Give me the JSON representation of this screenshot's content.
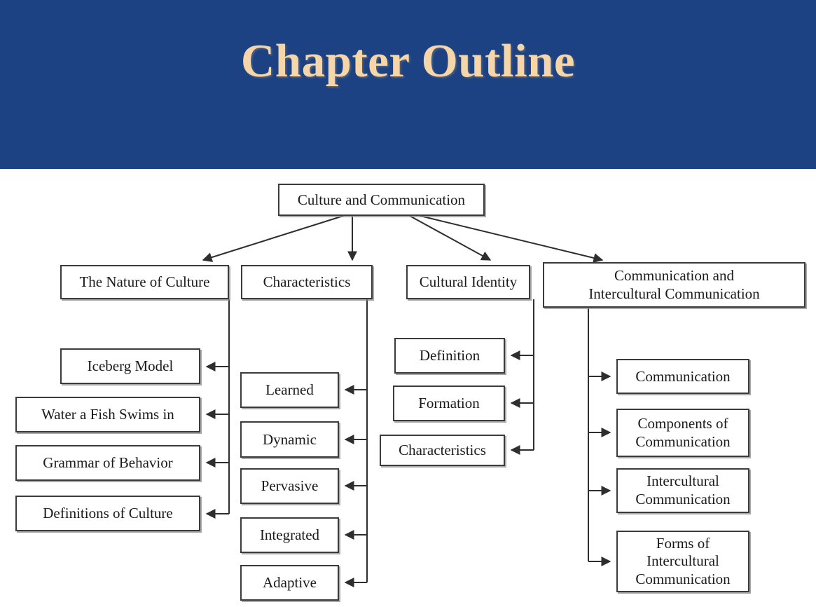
{
  "slide": {
    "title": "Chapter Outline",
    "banner_color": "#1c4283",
    "title_color": "#f6d5a8",
    "background_color": "#ffffff"
  },
  "diagram": {
    "type": "tree",
    "box_border_color": "#3b3b3b",
    "box_fill_color": "#ffffff",
    "connector_color": "#2e2e2e",
    "root": {
      "label": "Culture and Communication"
    },
    "branches": [
      {
        "label": "The Nature of Culture",
        "children": [
          {
            "label": "Iceberg Model"
          },
          {
            "label": "Water a Fish Swims in"
          },
          {
            "label": "Grammar of Behavior"
          },
          {
            "label": "Definitions of Culture"
          }
        ]
      },
      {
        "label": "Characteristics",
        "children": [
          {
            "label": "Learned"
          },
          {
            "label": "Dynamic"
          },
          {
            "label": "Pervasive"
          },
          {
            "label": "Integrated"
          },
          {
            "label": "Adaptive"
          }
        ]
      },
      {
        "label": "Cultural Identity",
        "children": [
          {
            "label": "Definition"
          },
          {
            "label": "Formation"
          },
          {
            "label": "Characteristics"
          }
        ]
      },
      {
        "label": "Communication and Intercultural Communication",
        "label_line1": "Communication and",
        "label_line2": "Intercultural Communication",
        "children": [
          {
            "label": "Communication"
          },
          {
            "label": "Components of Communication",
            "line1": "Components of",
            "line2": "Communication"
          },
          {
            "label": "Intercultural Communication",
            "line1": "Intercultural",
            "line2": "Communication"
          },
          {
            "label": "Forms of Intercultural Communication",
            "line1": "Forms of",
            "line2": "Intercultural",
            "line3": "Communication"
          }
        ]
      }
    ]
  }
}
